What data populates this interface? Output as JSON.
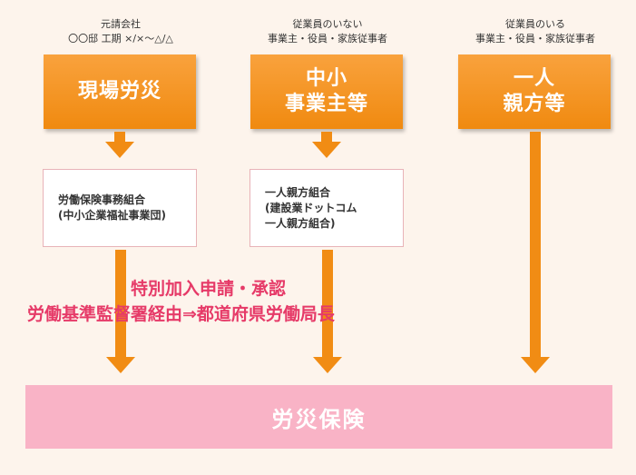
{
  "columns": [
    {
      "caption": [
        "元請会社",
        "〇〇邸 工期 ×/×〜△/△"
      ],
      "box": [
        "現場労災"
      ],
      "org": [
        "労働保険事務組合",
        "(中小企業福祉事業団)"
      ]
    },
    {
      "caption": [
        "従業員のいない",
        "事業主・役員・家族従事者"
      ],
      "box": [
        "中小",
        "事業主等"
      ],
      "org": [
        "一人親方組合",
        "(建設業ドットコム",
        "一人親方組合)"
      ]
    },
    {
      "caption": [
        "従業員のいる",
        "事業主・役員・家族従事者"
      ],
      "box": [
        "一人",
        "親方等"
      ]
    }
  ],
  "procedure": [
    "特別加入申請・承認",
    "労働基準監督署経由⇒都道府県労働局長"
  ],
  "result": "労災保険",
  "colors": {
    "orange": "#f18c14",
    "pink": "#f9b3c6",
    "red_text": "#e63a68",
    "background": "#fdf4ec"
  }
}
